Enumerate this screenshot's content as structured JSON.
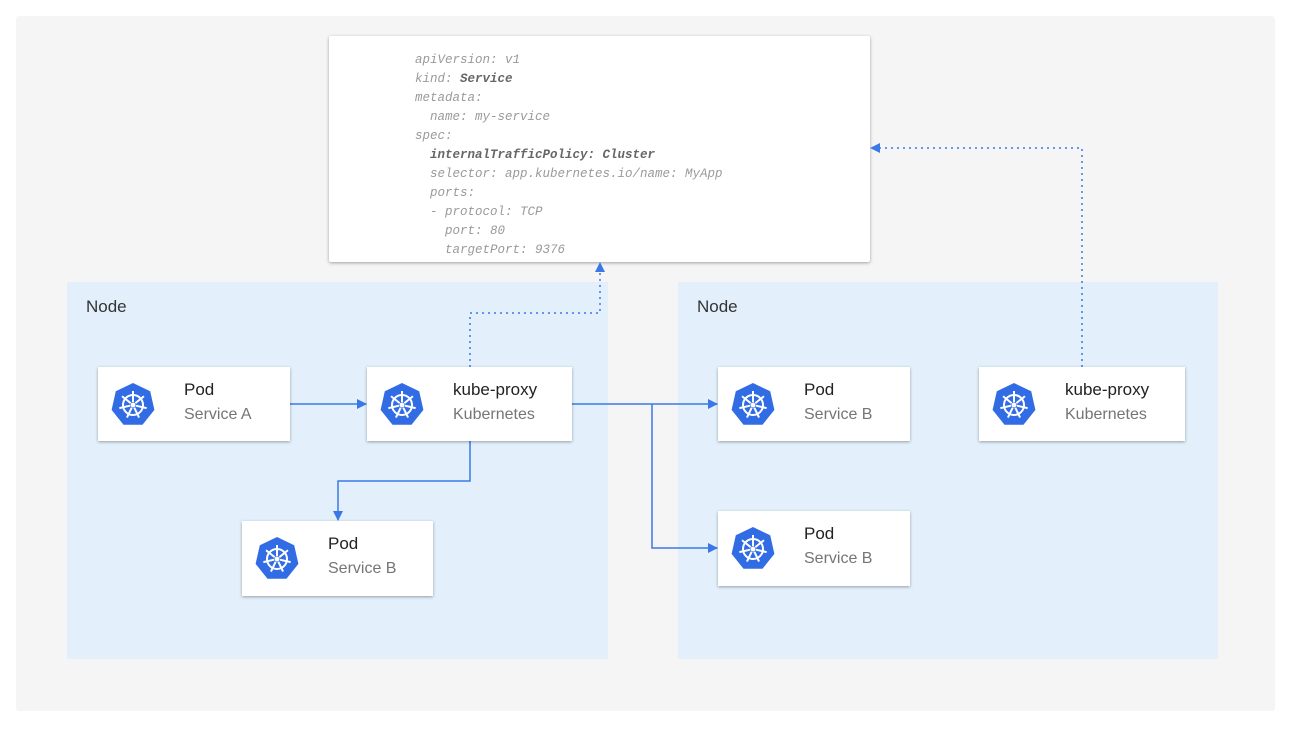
{
  "colors": {
    "accent": "#3b78e7",
    "node_bg": "#e3f0fc",
    "panel_bg": "#f5f5f5"
  },
  "yaml": {
    "line1": "apiVersion: v1",
    "line2_key": "kind: ",
    "line2_val": "Service",
    "line3": "metadata:",
    "line4": "  name: my-service",
    "line5": "spec:",
    "line6": "  internalTrafficPolicy: Cluster",
    "line7": "  selector: app.kubernetes.io/name: MyApp",
    "line8": "  ports:",
    "line9": "  - protocol: TCP",
    "line10": "    port: 80",
    "line11": "    targetPort: 9376"
  },
  "nodes": [
    {
      "label": "Node"
    },
    {
      "label": "Node"
    }
  ],
  "cards": [
    {
      "title": "Pod",
      "subtitle": "Service A",
      "icon": "kubernetes-helm-icon"
    },
    {
      "title": "kube-proxy",
      "subtitle": "Kubernetes",
      "icon": "kubernetes-helm-icon"
    },
    {
      "title": "Pod",
      "subtitle": "Service B",
      "icon": "kubernetes-helm-icon"
    },
    {
      "title": "Pod",
      "subtitle": "Service B",
      "icon": "kubernetes-helm-icon"
    },
    {
      "title": "kube-proxy",
      "subtitle": "Kubernetes",
      "icon": "kubernetes-helm-icon"
    },
    {
      "title": "Pod",
      "subtitle": "Service B",
      "icon": "kubernetes-helm-icon"
    }
  ]
}
